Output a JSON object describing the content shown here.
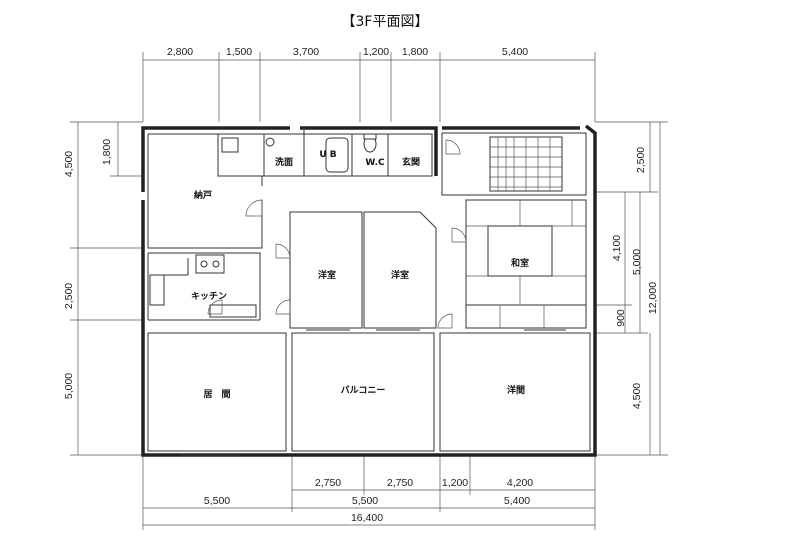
{
  "title": "【3F平面図】",
  "dims_top": [
    "2,800",
    "1,500",
    "3,700",
    "1,200",
    "1,800",
    "5,400"
  ],
  "dims_bottom_inner": [
    "2,750",
    "2,750",
    "1,200",
    "4,200"
  ],
  "dims_bottom_mid": [
    "5,500",
    "5,500",
    "5,400"
  ],
  "dims_bottom_total": "16,400",
  "dims_left": [
    "4,500",
    "1,800",
    "2,500",
    "5,000"
  ],
  "dims_right": [
    "2,500",
    "4,100",
    "5,000",
    "900",
    "12,000",
    "4,500"
  ],
  "rooms": {
    "nando": "納戸",
    "senmen": "洗面",
    "ub": "U B",
    "wc": "W.C",
    "genkan": "玄関",
    "youshitsu1": "洋室",
    "youshitsu2": "洋室",
    "washitsu": "和室",
    "kitchen": "キッチン",
    "kyoma": "居　間",
    "balcony": "バルコニー",
    "youma": "洋間"
  }
}
